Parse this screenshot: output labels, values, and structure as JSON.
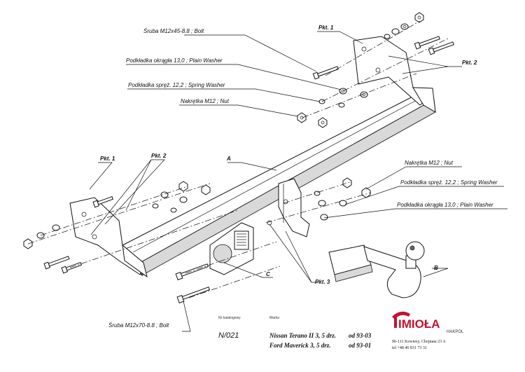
{
  "labels": {
    "bolt_top": "Śruba M12x45-8.8 ;  Bolt",
    "washer_plain_top": "Podkładka okrągła 13,0 ;  Plain Washer",
    "washer_spring_top": "Podkładka spręż. 12,2 ; Spring Washer",
    "nut_top": "Nakrętka  M12 ; Nut",
    "nut_right": "Nakrętka  M12 ; Nut",
    "washer_spring_right": "Podkładka spręż. 12,2 ; Spring Washer",
    "washer_plain_right": "Podkładka okrągła 13,0 ;  Plain Washer",
    "bolt_bottom": "Śruba M12x70-8.8 ;  Bolt",
    "pkt1_top": "Pkt. 1",
    "pkt2_top": "Pkt. 2",
    "pkt1_left": "Pkt. 1",
    "pkt2_left": "Pkt. 2",
    "pkt3": "Pkt. 3",
    "part_a": "A",
    "part_b": "B",
    "part_c": "C"
  },
  "title_block": {
    "catalog_header": "Nr katalogowy",
    "brand_header": "Marka",
    "catalog_number": "N/021",
    "rows": [
      {
        "model": "Nissan Terano II 3, 5 drz.",
        "from": "od 93-03"
      },
      {
        "model": "Ford Maverick 3, 5 drz.",
        "from": "od 93-01"
      }
    ]
  },
  "brand": {
    "logo_text": "IMIOŁA",
    "logo_sub": "HAKPOL",
    "address": "96-111 Kowiesy, Chojnata 23 A",
    "phone": "tel +48 46 831 73 31",
    "accent_color": "#c8102e"
  }
}
